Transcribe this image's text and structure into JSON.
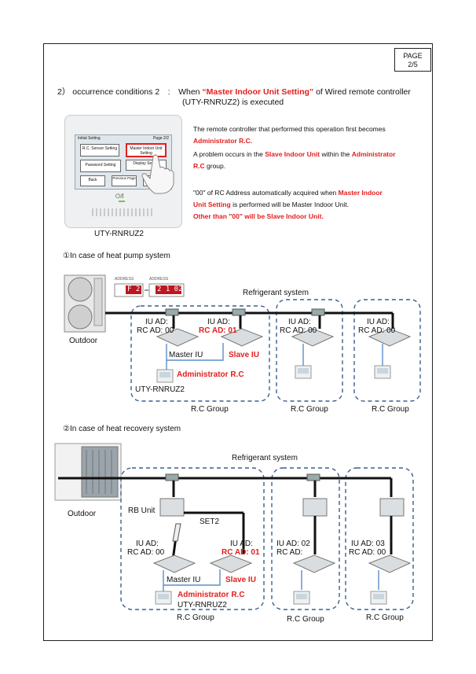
{
  "page": {
    "label": "PAGE",
    "number": "2/5"
  },
  "header": {
    "prefix": "2） occurrence conditions 2　:　When",
    "highlight": "“Master Indoor Unit Setting”",
    "suffix": "of Wired remote controller",
    "line2": "(UTY-RNRUZ2) is executed"
  },
  "controller": {
    "caption": "UTY-RNRUZ2",
    "screen_title": "Initial Setting",
    "screen_page": "Page 2/2",
    "btn_rc_sensor": "R.C. Sensor Setting",
    "btn_master": "Master Indoor Unit Setting",
    "btn_password": "Password Setting",
    "btn_display": "Display Setting",
    "btn_back": "Back",
    "btn_prev": "Previous Page",
    "btn_next": "Next Page",
    "power_icon": "power-icon"
  },
  "explain": {
    "p1_a": "The remote controller that performed this operation first becomes",
    "p1_b": "Administrator R.C.",
    "p2_a": "A problem occurs in the",
    "p2_b": "Slave Indoor Unit",
    "p2_c": "within the",
    "p2_d": "Administrator",
    "p2_e": "R.C",
    "p2_f": "group.",
    "p3_a": "\"00\" of RC Address automatically acquired when",
    "p3_b": "Master Indoor",
    "p3_c": "Unit Setting",
    "p3_d": "is performed will be Master Indoor Unit.",
    "p4": "Other than \"00\" will be Slave Indoor Unit."
  },
  "section1": {
    "title": "①In case of heat pump system",
    "refrigerant": "Refrigerant system",
    "outdoor": "Outdoor",
    "display_a": "F 2",
    "display_b": "2 1 02",
    "display_labels": [
      "ADDRESS",
      "ADDRESS"
    ],
    "iu1": "IU AD:",
    "rc1": "RC AD: 00",
    "iu2": "IU AD:",
    "rc2": "RC AD: 01",
    "iu3": "IU AD:",
    "rc3": "RC AD: 00",
    "iu4": "IU AD:",
    "rc4": "RC AD: 00",
    "master": "Master IU",
    "slave": "Slave IU",
    "admin": "Administrator R.C",
    "model": "UTY-RNRUZ2",
    "group": "R.C Group"
  },
  "section2": {
    "title": "②In case of heat recovery system",
    "refrigerant": "Refrigerant system",
    "outdoor": "Outdoor",
    "rb": "RB Unit",
    "set": "SET2",
    "iu1": "IU AD:",
    "rc1": "RC AD: 00",
    "iu2": "IU AD:",
    "rc2": "RC AD: 01",
    "iu3": "IU AD: 02",
    "rc3": "RC AD:",
    "iu4": "IU AD: 03",
    "rc4": "RC AD: 00",
    "master": "Master IU",
    "slave": "Slave IU",
    "admin": "Administrator R.C",
    "model": "UTY-RNRUZ2",
    "group": "R.C Group"
  },
  "colors": {
    "red": "#e31e1e",
    "dashed": "#3a5f8f",
    "pipe": "#111111",
    "wire": "#5a8fc8"
  }
}
